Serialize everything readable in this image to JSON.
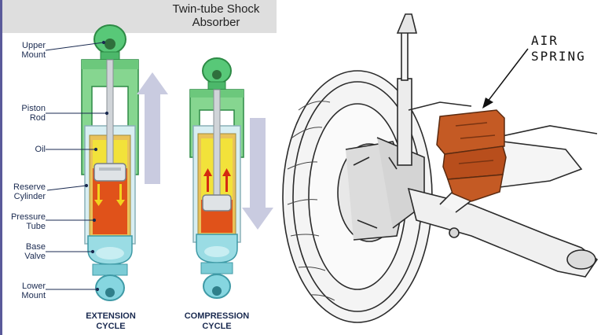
{
  "title": "Twin-tube Shock\nAbsorber",
  "labels": {
    "upper_mount": "Upper\nMount",
    "piston_rod": "Piston\nRod",
    "oil": "Oil",
    "reserve_cylinder": "Reserve\nCylinder",
    "pressure_tube": "Pressure\nTube",
    "base_valve": "Base\nValve",
    "lower_mount": "Lower\nMount"
  },
  "cycles": {
    "extension": "EXTENSION\nCYCLE",
    "compression": "COMPRESSION\nCYCLE"
  },
  "air_spring": "AIR\nSPRING",
  "colors": {
    "mount_green": "#58c878",
    "outer_green": "#7fd08c",
    "oil_yellow": "#f2e23a",
    "pressure_orange": "#e0521a",
    "base_cyan": "#8ad8e0",
    "arrow_grey": "#c9cbe0",
    "air_spring_brown": "#c45a24"
  }
}
